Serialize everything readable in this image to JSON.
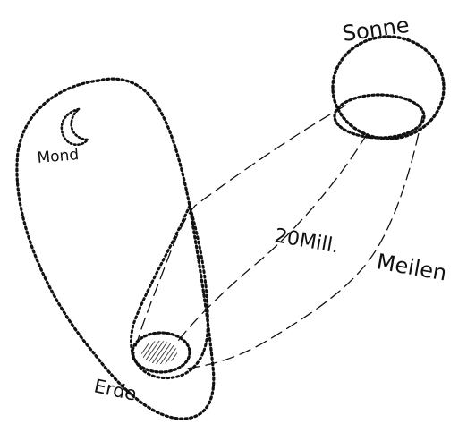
{
  "labels": {
    "sun": "Sonne",
    "moon": "Mond",
    "earth": "Erde",
    "distance": "20Mill.",
    "distance_unit": "Meilen"
  },
  "colors": {
    "ink": "#111111",
    "paper": "#ffffff"
  }
}
